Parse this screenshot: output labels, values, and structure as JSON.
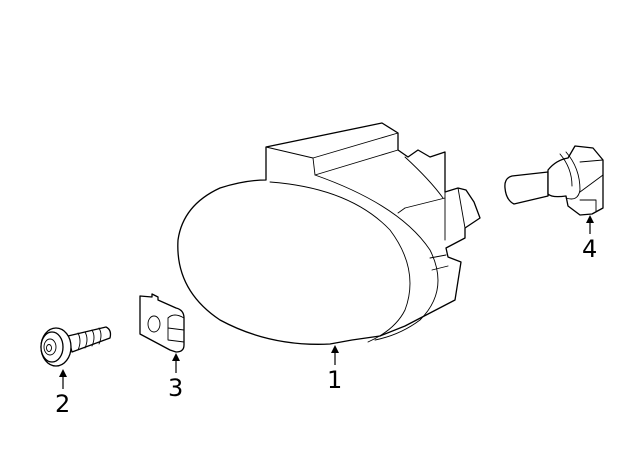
{
  "diagram": {
    "type": "exploded-parts-view",
    "subject": "fog lamp assembly",
    "callouts": [
      {
        "id": "1",
        "label": "1",
        "part": "fog-lamp-housing"
      },
      {
        "id": "2",
        "label": "2",
        "part": "bolt"
      },
      {
        "id": "3",
        "label": "3",
        "part": "clip-nut"
      },
      {
        "id": "4",
        "label": "4",
        "part": "bulb"
      }
    ]
  }
}
